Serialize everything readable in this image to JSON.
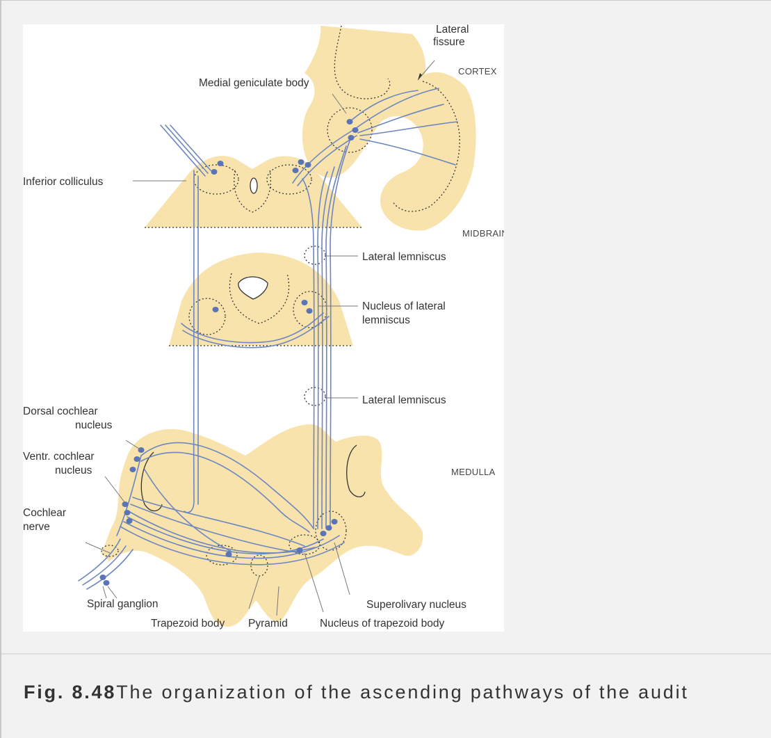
{
  "labels": {
    "lateral_fissure_1": "Lateral",
    "lateral_fissure_2": "fissure",
    "cortex": "CORTEX",
    "medial_geniculate": "Medial geniculate body",
    "inferior_colliculus": "Inferior colliculus",
    "midbrain": "MIDBRAIN",
    "lateral_lemniscus_upper": "Lateral lemniscus",
    "nucleus_lateral_lemniscus_1": "Nucleus of lateral",
    "nucleus_lateral_lemniscus_2": "lemniscus",
    "lateral_lemniscus_lower": "Lateral lemniscus",
    "dorsal_cochlear_1": "Dorsal cochlear",
    "dorsal_cochlear_2": "nucleus",
    "ventral_cochlear_1": "Ventr. cochlear",
    "ventral_cochlear_2": "nucleus",
    "medulla": "MEDULLA",
    "cochlear_nerve_1": "Cochlear",
    "cochlear_nerve_2": "nerve",
    "spiral_ganglion": "Spiral ganglion",
    "superolivary": "Superolivary nucleus",
    "trapezoid_body": "Trapezoid body",
    "pyramid": "Pyramid",
    "nucleus_trapezoid": "Nucleus of trapezoid body"
  },
  "caption": {
    "number": "Fig. 8.48",
    "text": "The organization of the ascending pathways of the audit"
  },
  "colors": {
    "tissue": "#f9e3ad",
    "pathway": "#6b86c0",
    "neuron": "#5a74b5",
    "outline": "#333333",
    "leader": "#777777"
  }
}
